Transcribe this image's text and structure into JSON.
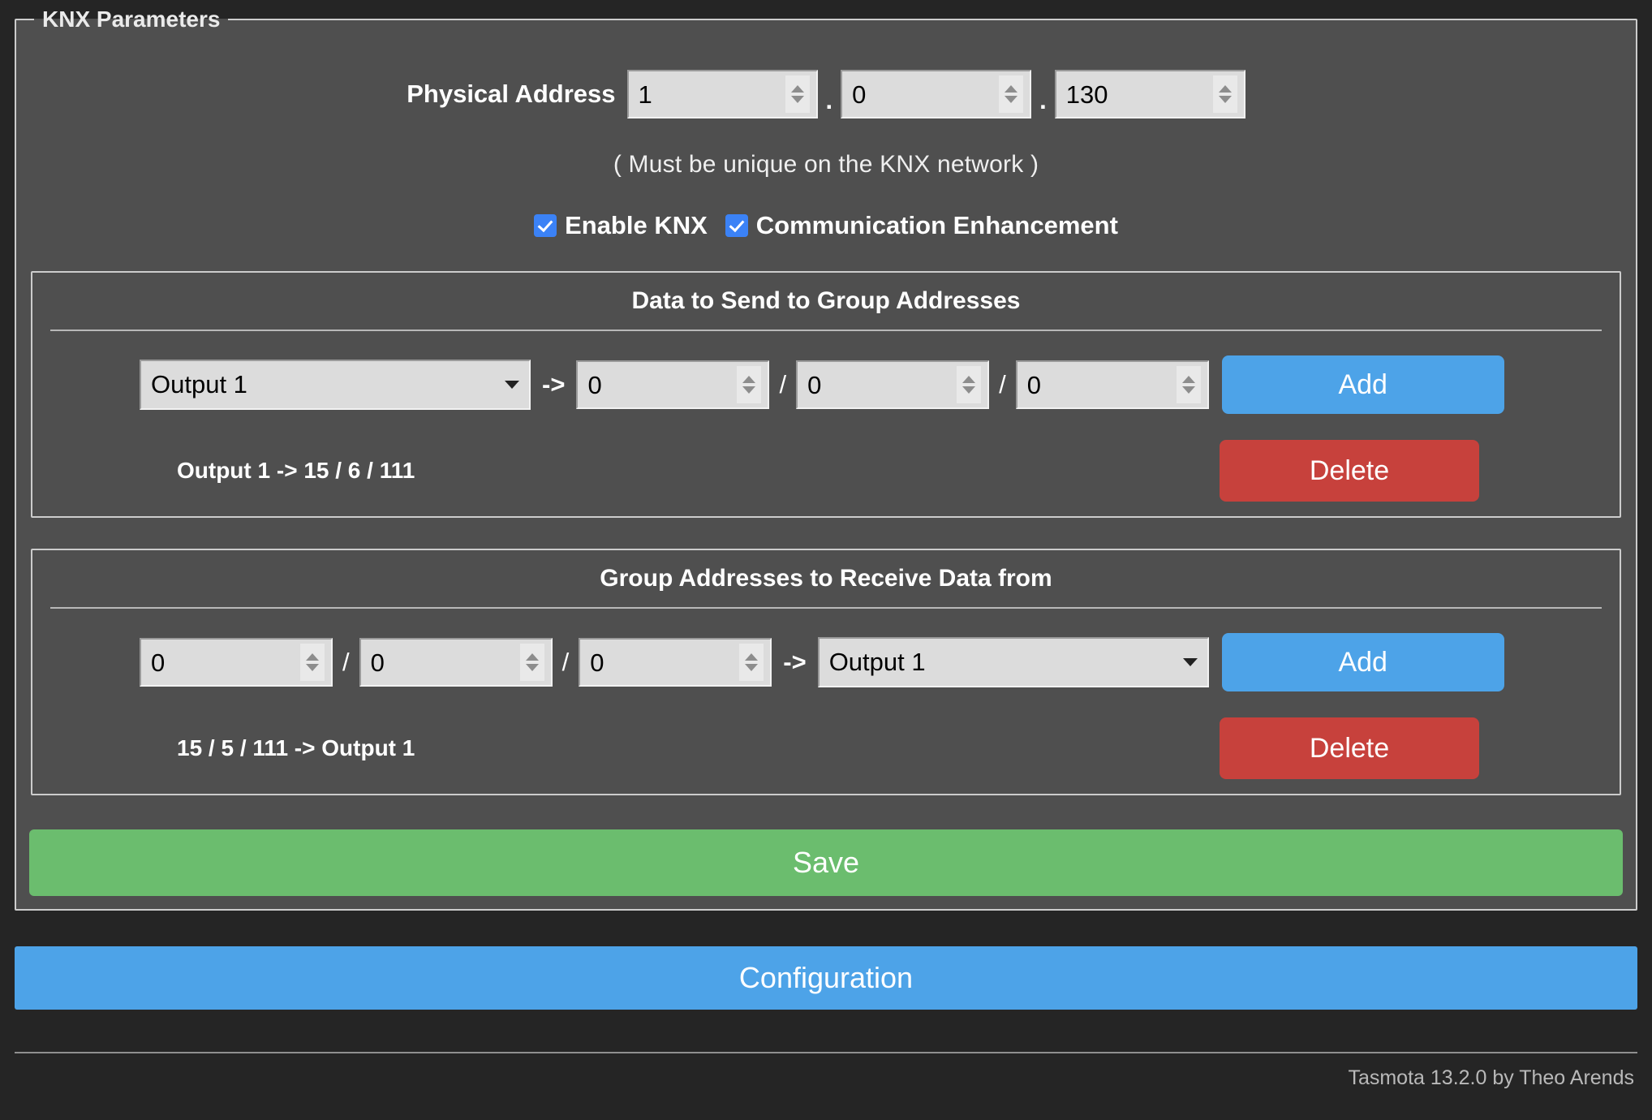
{
  "panel": {
    "legend": "KNX Parameters",
    "physical_address": {
      "label": "Physical Address",
      "separator": ".",
      "fields": [
        {
          "name": "area",
          "value": "1"
        },
        {
          "name": "line",
          "value": "0"
        },
        {
          "name": "device",
          "value": "130"
        }
      ]
    },
    "hint": "( Must be unique on the KNX network )",
    "checkboxes": [
      {
        "label": "Enable KNX",
        "checked": true
      },
      {
        "label": "Communication Enhancement",
        "checked": true
      }
    ],
    "send_section": {
      "title": "Data to Send to Group Addresses",
      "source_select": {
        "value": "Output 1"
      },
      "arrow": "->",
      "slash": "/",
      "address_fields": [
        {
          "value": "0"
        },
        {
          "value": "0"
        },
        {
          "value": "0"
        }
      ],
      "add_label": "Add",
      "entries": [
        {
          "text": "Output 1 -> 15 / 6 / 111",
          "delete_label": "Delete"
        }
      ]
    },
    "receive_section": {
      "title": "Group Addresses to Receive Data from",
      "address_fields": [
        {
          "value": "0"
        },
        {
          "value": "0"
        },
        {
          "value": "0"
        }
      ],
      "arrow": "->",
      "slash": "/",
      "target_select": {
        "value": "Output 1"
      },
      "add_label": "Add",
      "entries": [
        {
          "text": "15 / 5 / 111 -> Output 1",
          "delete_label": "Delete"
        }
      ]
    },
    "save_label": "Save"
  },
  "nav": {
    "configuration_label": "Configuration"
  },
  "footer": {
    "text": "Tasmota 13.2.0 by Theo Arends"
  },
  "colors": {
    "background": "#252525",
    "panel": "#4f4f4f",
    "border": "#cccccc",
    "accent_blue": "#4da3e8",
    "accent_green": "#6bbd6e",
    "accent_red": "#c7413c",
    "checkbox_blue": "#3b82f6",
    "input_bg": "#dcdcdc",
    "text": "#ffffff",
    "footer_text": "#b9b9b9"
  },
  "icons": {
    "spinner_up": "chevron-up-icon",
    "spinner_down": "chevron-down-icon",
    "select_chevron": "chevron-down-icon",
    "checkmark": "check-icon"
  }
}
